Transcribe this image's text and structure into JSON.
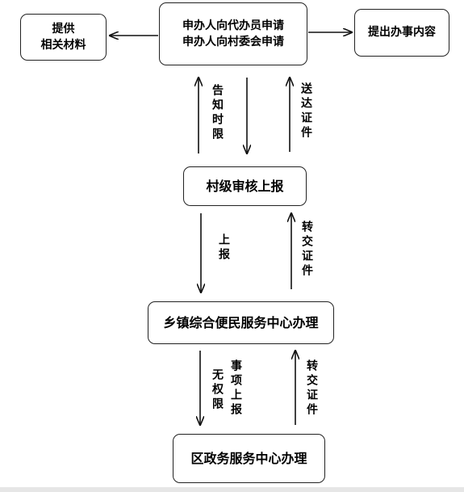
{
  "boxes": {
    "provide_materials": {
      "lines": [
        "提供",
        "相关材料"
      ]
    },
    "applicant": {
      "lines": [
        "申办人向代办员申请",
        "申办人向村委会申请"
      ]
    },
    "submit_content": {
      "lines": [
        "提出办事内容"
      ]
    },
    "village_review": {
      "lines": [
        "村级审核上报"
      ]
    },
    "township_center": {
      "lines": [
        "乡镇综合便民服务中心办理"
      ]
    },
    "district_center": {
      "lines": [
        "区政务服务中心办理"
      ]
    }
  },
  "labels": {
    "notify_deadline": "告知时限",
    "deliver_certificate": "送达证件",
    "report_up": "上报",
    "transfer_certificate_1": "转交证件",
    "no_authority": "无权限",
    "matter_report": "事项上报",
    "transfer_certificate_2": "转交证件"
  }
}
